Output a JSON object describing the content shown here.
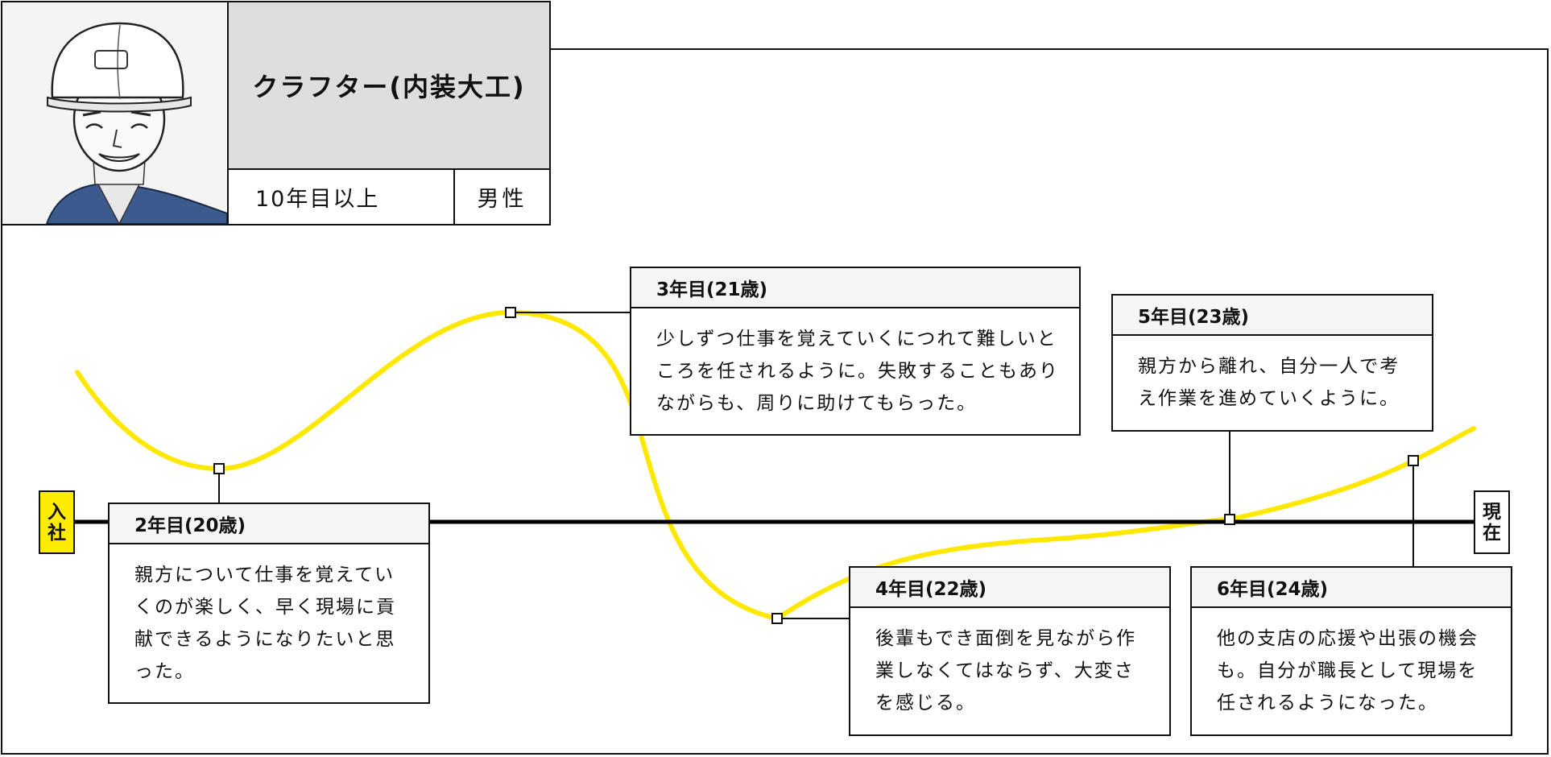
{
  "profile": {
    "job_title": "クラフター(内装大工)",
    "experience": "10年目以上",
    "gender": "男性",
    "portrait": "worker-with-helmet-sketch"
  },
  "timeline": {
    "start_label": "入社",
    "end_label": "現在",
    "curve_color": "#ffe800",
    "axis_color": "#000000"
  },
  "events": [
    {
      "heading": "2年目(20歳)",
      "text": "親方について仕事を覚えていくのが楽しく、早く現場に貢献できるようになりたいと思った。"
    },
    {
      "heading": "3年目(21歳)",
      "text": "少しずつ仕事を覚えていくにつれて難しいところを任されるように。失敗することもありながらも、周りに助けてもらった。"
    },
    {
      "heading": "4年目(22歳)",
      "text": "後輩もでき面倒を見ながら作業しなくてはならず、大変さを感じる。"
    },
    {
      "heading": "5年目(23歳)",
      "text": "親方から離れ、自分一人で考え作業を進めていくように。"
    },
    {
      "heading": "6年目(24歳)",
      "text": "他の支店の応援や出張の機会も。自分が職長として現場を任されるようになった。"
    }
  ]
}
